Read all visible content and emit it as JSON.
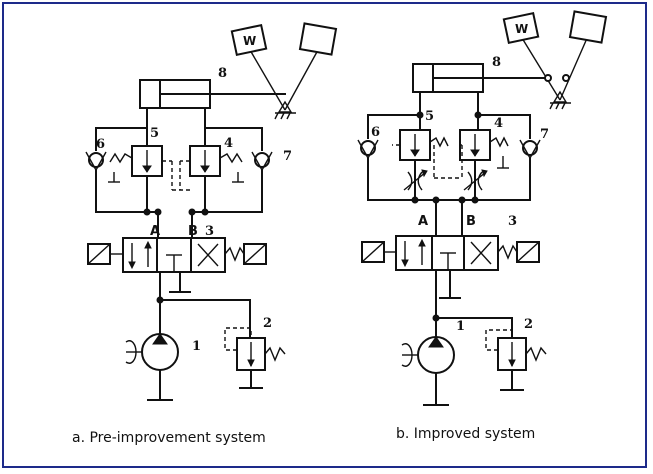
{
  "diagrams": [
    {
      "caption": "a. Pre-improvement system",
      "ports": [
        "A",
        "B"
      ],
      "components": [
        "1",
        "2",
        "3",
        "4",
        "5",
        "6",
        "7",
        "8"
      ],
      "weight_label": "W"
    },
    {
      "caption": "b. Improved system",
      "ports": [
        "A",
        "B"
      ],
      "components": [
        "1",
        "2",
        "3",
        "4",
        "5",
        "6",
        "7",
        "8"
      ],
      "weight_label": "W"
    }
  ]
}
